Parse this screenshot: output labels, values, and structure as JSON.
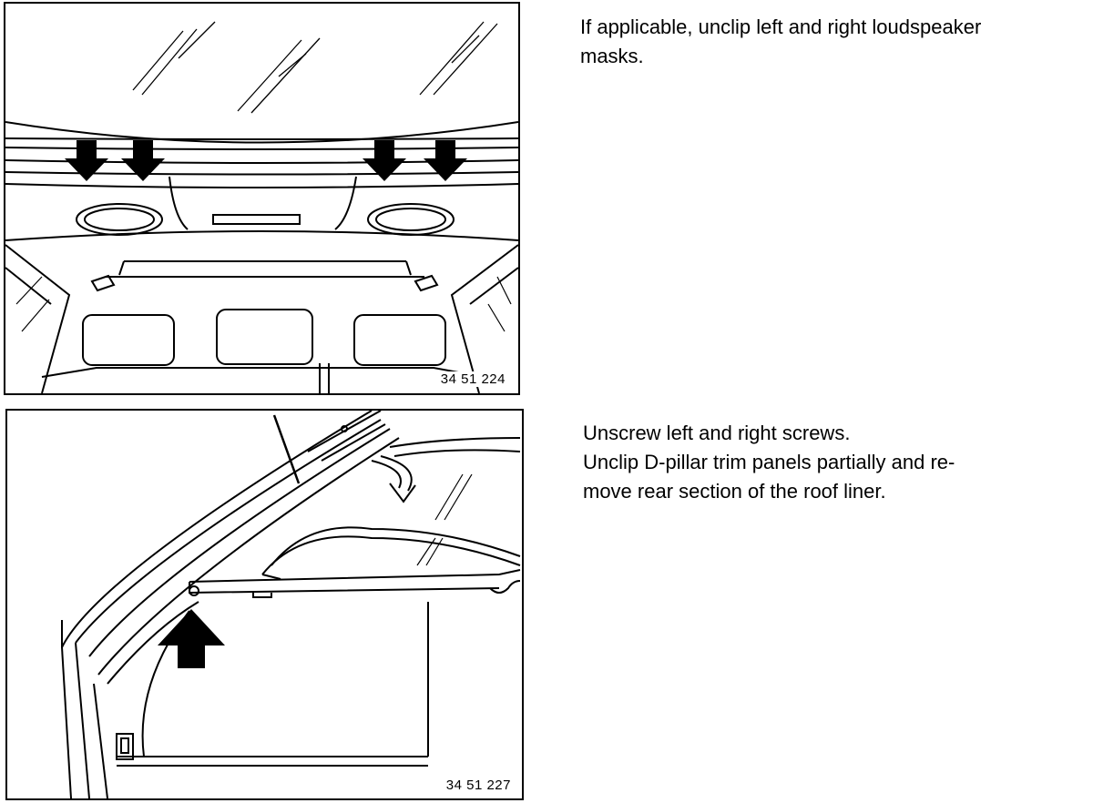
{
  "steps": [
    {
      "figure_number": "34 51 224",
      "caption_lines": [
        "If applicable, unclip left and right loudspeaker",
        "masks."
      ]
    },
    {
      "figure_number": "34 51 227",
      "caption_lines": [
        "Unscrew left and right screws.",
        "Unclip D-pillar trim panels partially and re-",
        "move rear section of the roof liner."
      ]
    }
  ],
  "icons": {
    "push_arrows": "down-arrow-icon",
    "screw_arrow": "up-arrow-icon",
    "unclip_arrow": "curved-arrow-icon"
  }
}
